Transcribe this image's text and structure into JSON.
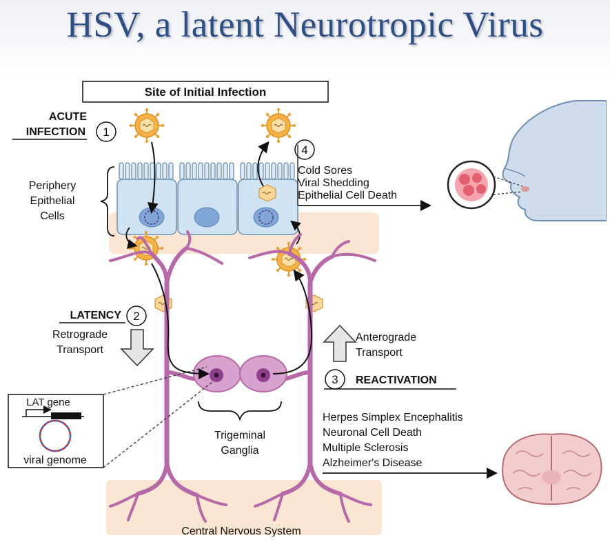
{
  "title": "HSV, a latent Neurotropic Virus",
  "diagram": {
    "site_label": "Site of Initial Infection",
    "acute_infection": [
      "ACUTE",
      "INFECTION"
    ],
    "step1": "1",
    "step2": "2",
    "step3": "3",
    "step4": "4",
    "periphery_label": [
      "Periphery",
      "Epithelial",
      "Cells"
    ],
    "latency_label": "LATENCY",
    "retrograde_label": [
      "Retrograde",
      "Transport"
    ],
    "anterograde_label": [
      "Anterograde",
      "Transport"
    ],
    "reactivation_label": "REACTIVATION",
    "reactivation_effects": [
      "Cold Sores",
      "Viral Shedding",
      "Epithelial Cell Death"
    ],
    "cns_effects": [
      "Herpes Simplex Encephalitis",
      "Neuronal Cell Death",
      "Multiple Sclerosis",
      "Alzheimer's Disease"
    ],
    "trigeminal_label": [
      "Trigeminal",
      "Ganglia"
    ],
    "lat_gene_label": "LAT gene",
    "viral_genome_label": "viral genome",
    "cns_label": "Central Nervous System",
    "colors": {
      "title": "#2e4e86",
      "neuron": "#b768a8",
      "cell": "#cfe3f3",
      "virus": "#f3a531",
      "tissue": "#fbe3cf"
    }
  }
}
